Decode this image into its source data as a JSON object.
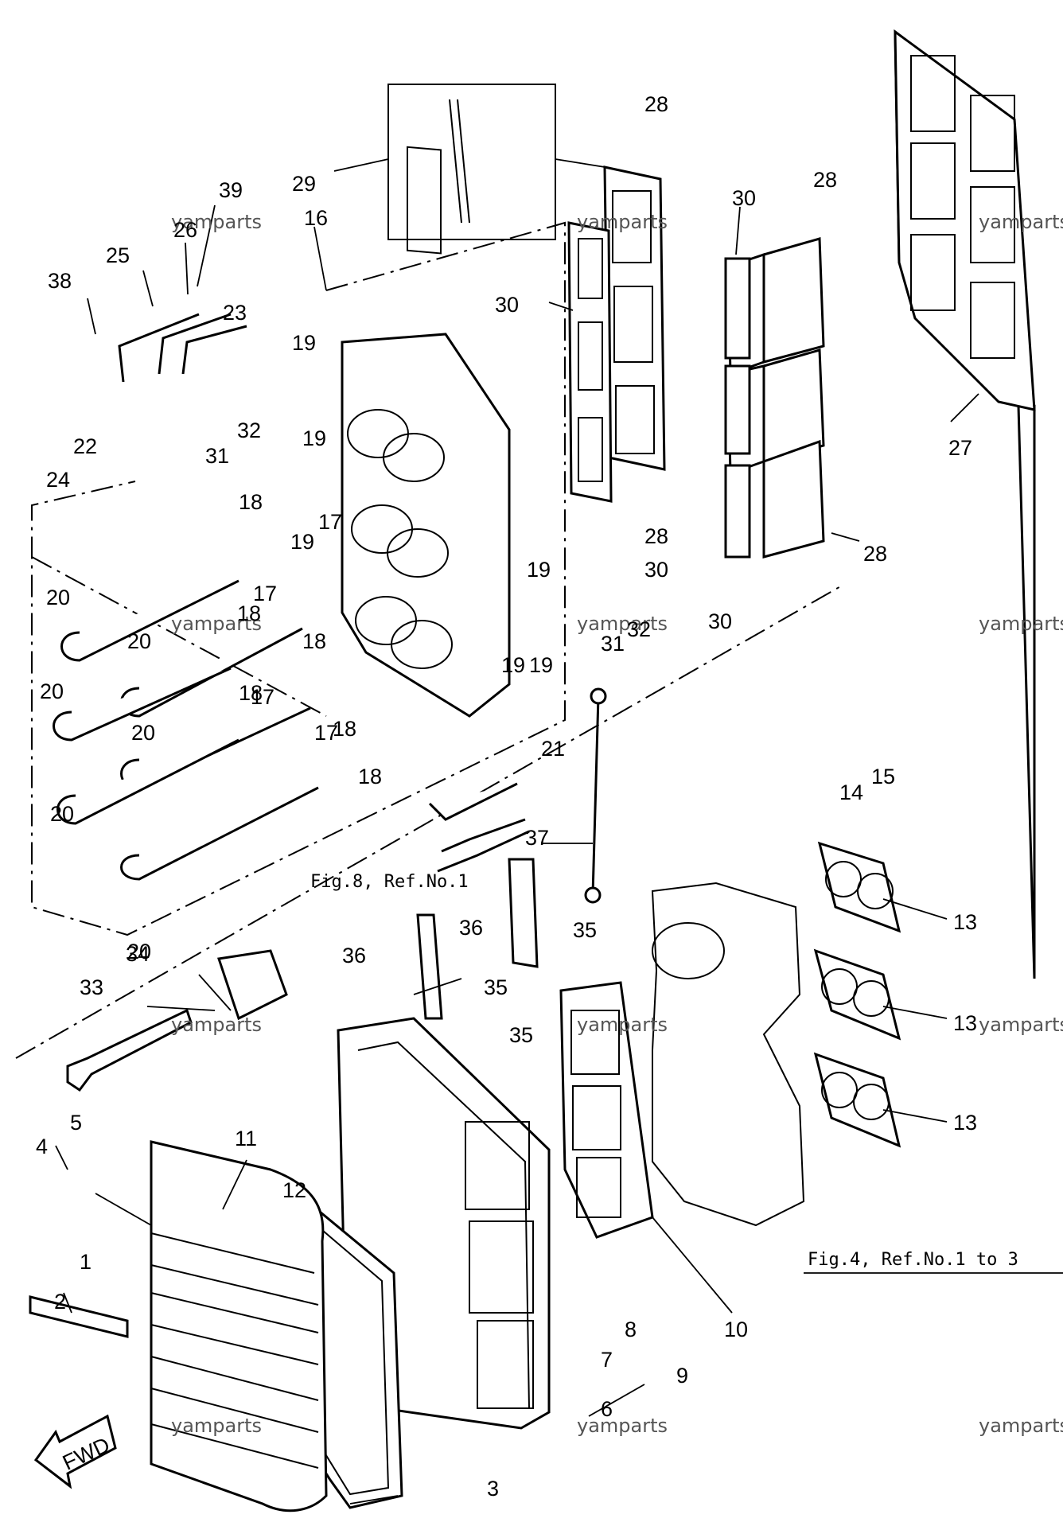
{
  "callouts": {
    "c1": "1",
    "c2": "2",
    "c3": "3",
    "c4": "4",
    "c5": "5",
    "c6": "6",
    "c7": "7",
    "c8": "8",
    "c9": "9",
    "c10": "10",
    "c11": "11",
    "c12": "12",
    "c13a": "13",
    "c13b": "13",
    "c13c": "13",
    "c14": "14",
    "c15": "15",
    "c16": "16",
    "c17a": "17",
    "c17b": "17",
    "c17c": "17",
    "c17d": "17",
    "c18a": "18",
    "c18b": "18",
    "c18c": "18",
    "c18d": "18",
    "c18e": "18",
    "c18f": "18",
    "c19a": "19",
    "c19b": "19",
    "c19c": "19",
    "c19d": "19",
    "c19e": "19",
    "c19f": "19",
    "c20a": "20",
    "c20b": "20",
    "c20c": "20",
    "c20d": "20",
    "c20e": "20",
    "c20f": "20",
    "c21": "21",
    "c22": "22",
    "c23": "23",
    "c24": "24",
    "c25": "25",
    "c26": "26",
    "c27": "27",
    "c28a": "28",
    "c28b": "28",
    "c28c": "28",
    "c28d": "28",
    "c29": "29",
    "c30a": "30",
    "c30b": "30",
    "c30c": "30",
    "c30d": "30",
    "c31a": "31",
    "c31b": "31",
    "c32a": "32",
    "c32b": "32",
    "c33": "33",
    "c34": "34",
    "c35a": "35",
    "c35b": "35",
    "c35c": "35",
    "c36a": "36",
    "c36b": "36",
    "c37": "37",
    "c38": "38",
    "c39": "39"
  },
  "notes": {
    "fig8": "Fig.8, Ref.No.1",
    "fig4": "Fig.4, Ref.No.1 to 3"
  },
  "watermark": "yamparts",
  "fwd_label": "FWD"
}
